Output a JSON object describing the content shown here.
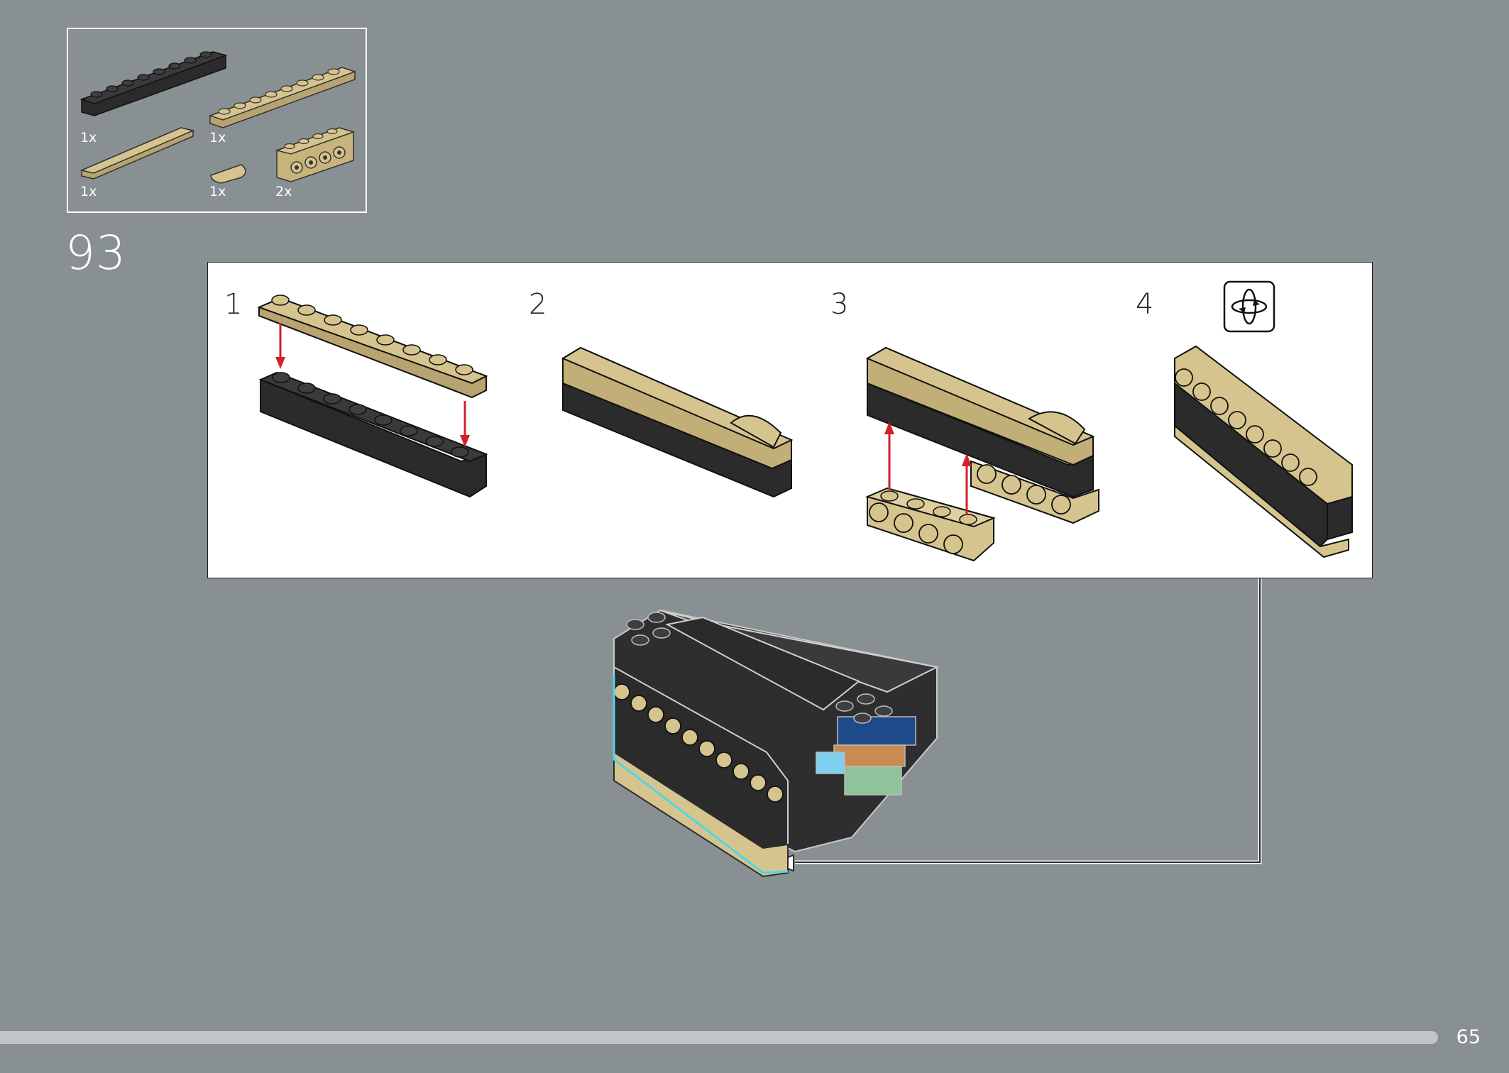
{
  "parts_list": {
    "items": [
      {
        "name": "black-plate-1x8",
        "qty": "1x"
      },
      {
        "name": "tan-plate-1x8",
        "qty": "1x"
      },
      {
        "name": "tan-tile-1x6",
        "qty": "1x"
      },
      {
        "name": "tan-half-round-tile",
        "qty": "1x"
      },
      {
        "name": "tan-brick-1x4-with-studs-on-side",
        "qty": "2x"
      }
    ]
  },
  "step": {
    "number": "93"
  },
  "substeps": [
    {
      "number": "1"
    },
    {
      "number": "2"
    },
    {
      "number": "3"
    },
    {
      "number": "4",
      "icon": "rotate-model-icon"
    }
  ],
  "footer": {
    "page_number": "65"
  },
  "colors": {
    "background": "#899093",
    "tan": "#d6c48e",
    "tan_dark": "#b7a470",
    "black_brick": "#2b2b2b",
    "arrow_red": "#d1222b",
    "highlight": "#4fd6e4"
  }
}
